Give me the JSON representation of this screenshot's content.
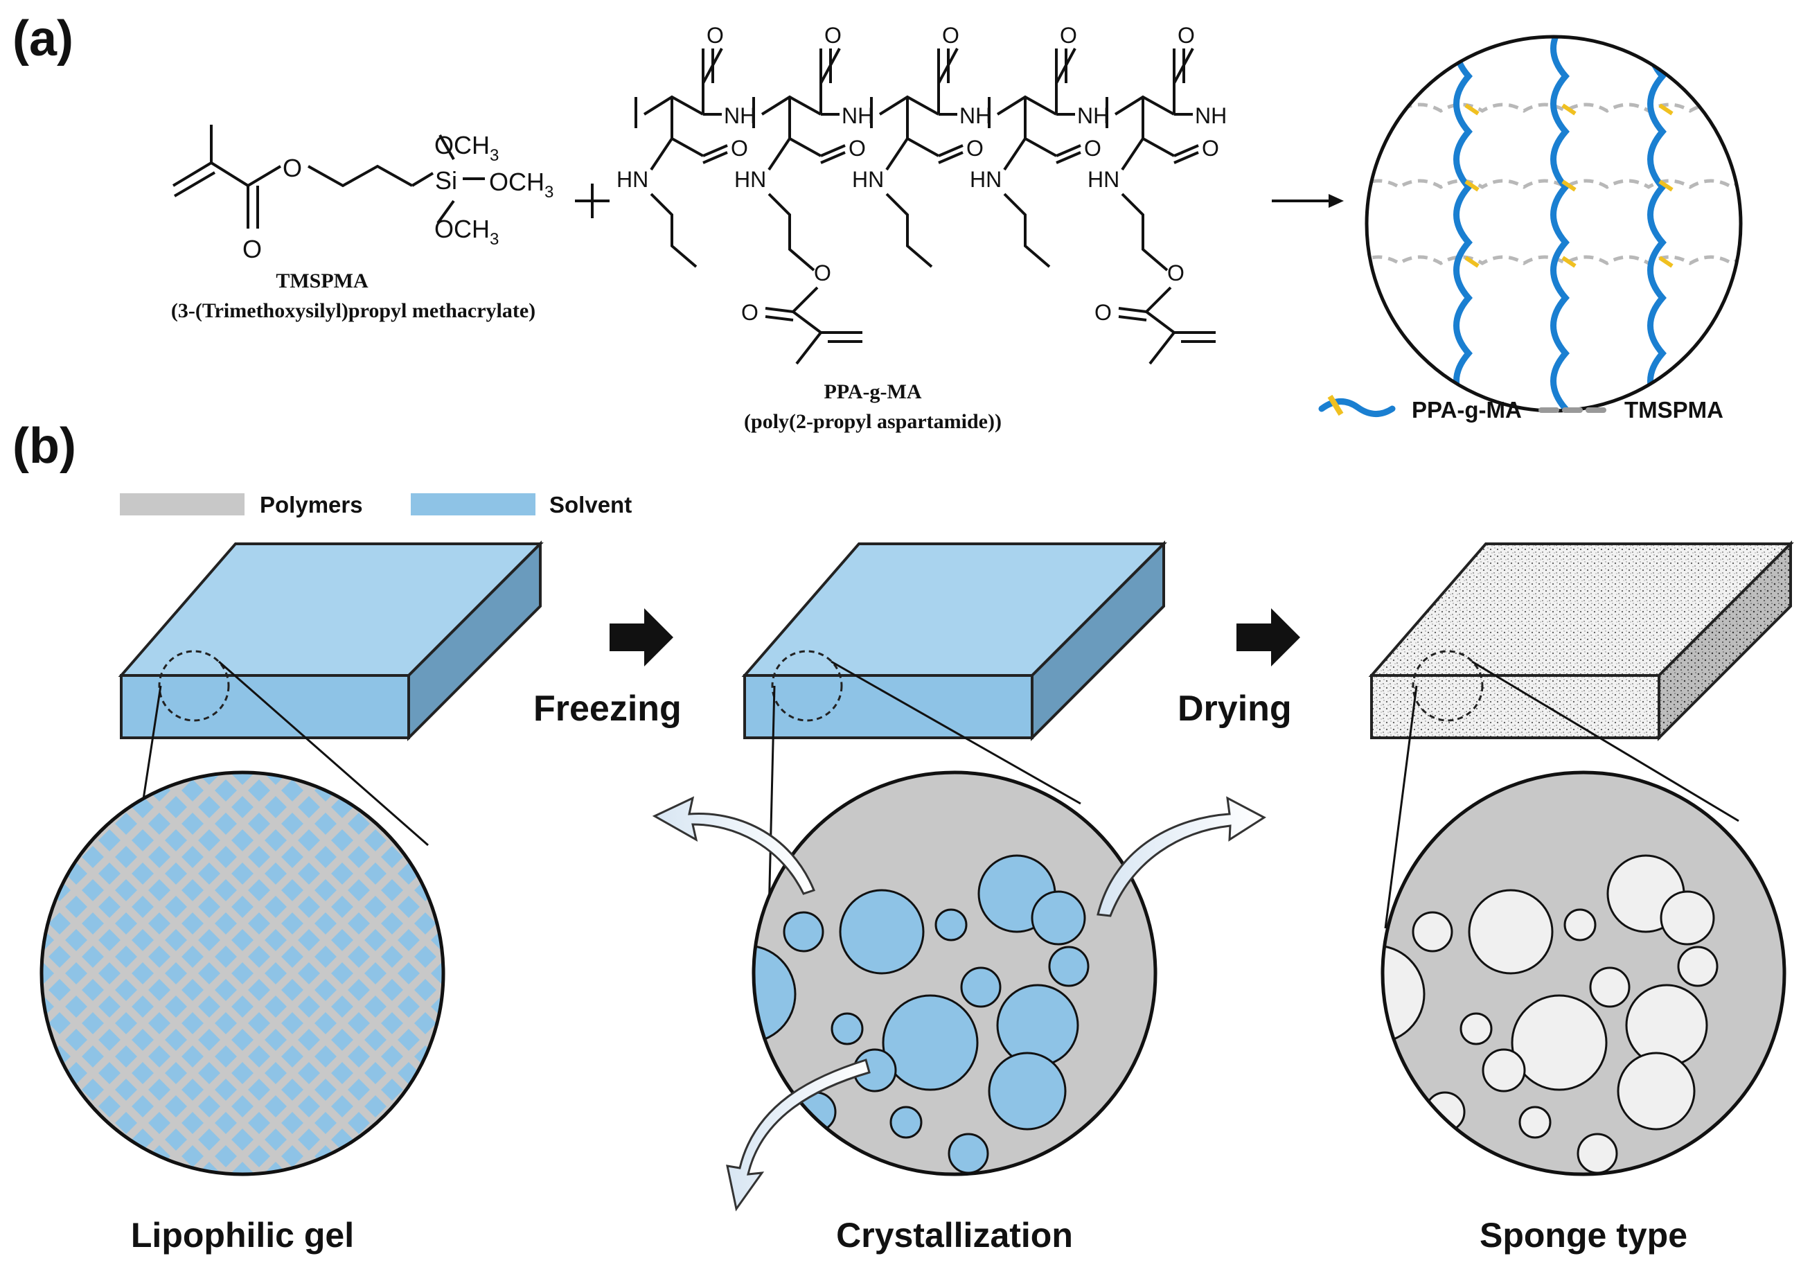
{
  "panels": {
    "a": "(a)",
    "b": "(b)"
  },
  "tmspma": {
    "name": "TMSPMA",
    "fullname": "(3-(Trimethoxysilyl)propyl methacrylate)",
    "si": "Si",
    "och3": "OCH",
    "sub3": "3"
  },
  "ppa": {
    "name": "PPA-g-MA",
    "fullname": "(poly(2-propyl aspartamide))",
    "o": "O",
    "nh": "NH",
    "hn": "HN"
  },
  "plus": "+",
  "network_legend": {
    "ppa": "PPA-g-MA",
    "tmspma": "TMSPMA"
  },
  "material_legend": {
    "polymers": "Polymers",
    "solvent": "Solvent"
  },
  "steps": {
    "freezing": "Freezing",
    "drying": "Drying"
  },
  "stages": {
    "gel": "Lipophilic gel",
    "cryst": "Crystallization",
    "sponge": "Sponge type"
  },
  "colors": {
    "ppa_chain": "#1a7fd1",
    "crosslink": "#f0c020",
    "tmspma_dash": "#b8b8b8",
    "solvent": "#8ec3e6",
    "solvent_top": "#a9d3ee",
    "solvent_side": "#6a9bbd",
    "polymer_gray": "#c8c8c8",
    "pore_white": "#f0f0f0"
  }
}
